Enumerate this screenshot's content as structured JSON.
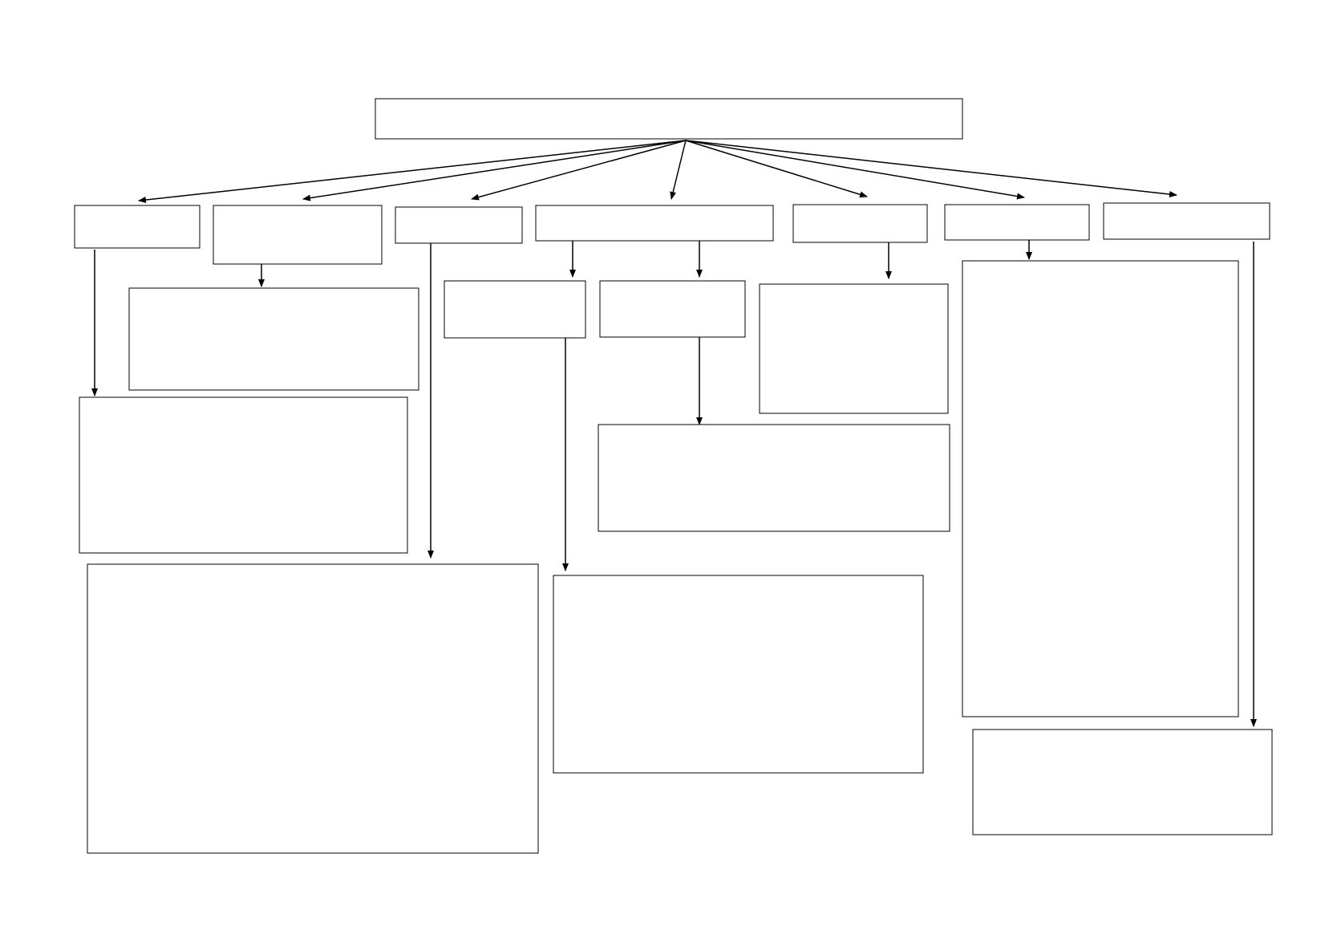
{
  "diagram": {
    "stroke_color": "#000000",
    "background": "#ffffff",
    "nodes": [
      {
        "id": "root",
        "text": ""
      },
      {
        "id": "c1",
        "text": ""
      },
      {
        "id": "c2",
        "text": ""
      },
      {
        "id": "c3",
        "text": ""
      },
      {
        "id": "c4",
        "text": ""
      },
      {
        "id": "c5",
        "text": ""
      },
      {
        "id": "c6",
        "text": ""
      },
      {
        "id": "c7",
        "text": ""
      },
      {
        "id": "c2-detail",
        "text": ""
      },
      {
        "id": "c1-detail",
        "text": ""
      },
      {
        "id": "c3-detail",
        "text": ""
      },
      {
        "id": "c4-left",
        "text": ""
      },
      {
        "id": "c4-right",
        "text": ""
      },
      {
        "id": "c4-left-detail",
        "text": ""
      },
      {
        "id": "c4-right-detail",
        "text": ""
      },
      {
        "id": "c5-detail",
        "text": ""
      },
      {
        "id": "c6-detail",
        "text": ""
      },
      {
        "id": "c7-detail",
        "text": ""
      }
    ],
    "edges": [
      {
        "from": "root",
        "to": "c1"
      },
      {
        "from": "root",
        "to": "c2"
      },
      {
        "from": "root",
        "to": "c3"
      },
      {
        "from": "root",
        "to": "c4"
      },
      {
        "from": "root",
        "to": "c5"
      },
      {
        "from": "root",
        "to": "c6"
      },
      {
        "from": "root",
        "to": "c7"
      },
      {
        "from": "c1",
        "to": "c1-detail"
      },
      {
        "from": "c2",
        "to": "c2-detail"
      },
      {
        "from": "c3",
        "to": "c3-detail"
      },
      {
        "from": "c4",
        "to": "c4-left"
      },
      {
        "from": "c4",
        "to": "c4-right"
      },
      {
        "from": "c4-left",
        "to": "c4-left-detail"
      },
      {
        "from": "c4-right",
        "to": "c4-right-detail"
      },
      {
        "from": "c5",
        "to": "c5-detail"
      },
      {
        "from": "c6",
        "to": "c6-detail"
      },
      {
        "from": "c7",
        "to": "c7-detail"
      }
    ]
  }
}
